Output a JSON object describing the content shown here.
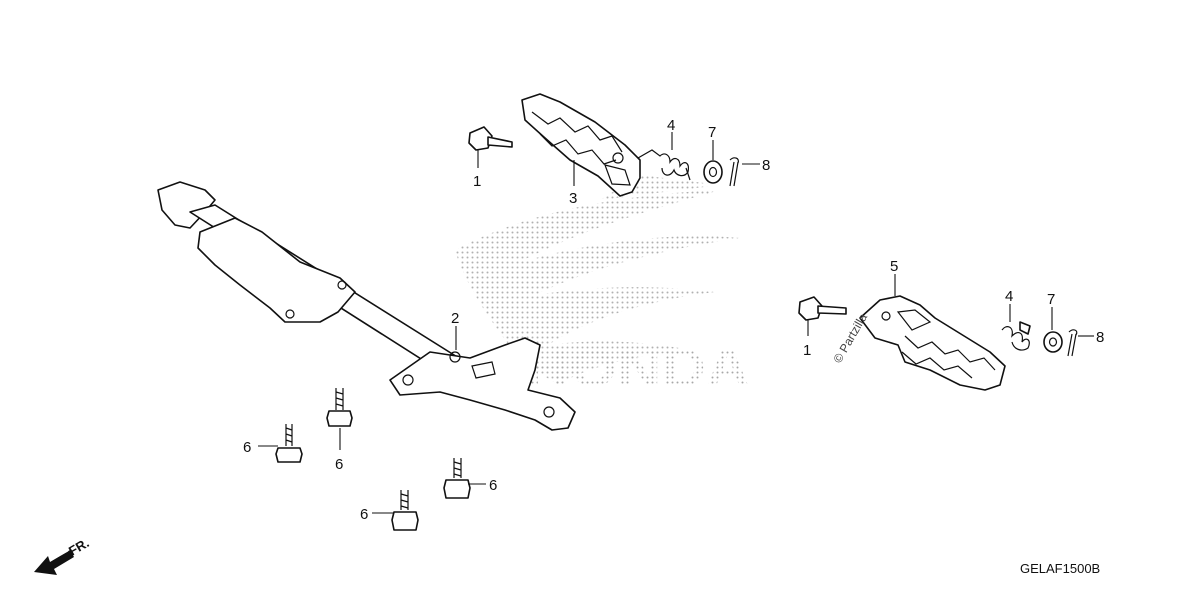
{
  "brand_watermark": "HONDA",
  "site_watermark": "© Partzilla",
  "diagram_code": "GELAF1500B",
  "direction_label": "FR.",
  "callouts": [
    {
      "id": "c1a",
      "label": "1"
    },
    {
      "id": "c3",
      "label": "3"
    },
    {
      "id": "c4a",
      "label": "4"
    },
    {
      "id": "c7a",
      "label": "7"
    },
    {
      "id": "c8a",
      "label": "8"
    },
    {
      "id": "c5",
      "label": "5"
    },
    {
      "id": "c4b",
      "label": "4"
    },
    {
      "id": "c7b",
      "label": "7"
    },
    {
      "id": "c8b",
      "label": "8"
    },
    {
      "id": "c1b",
      "label": "1"
    },
    {
      "id": "c2",
      "label": "2"
    },
    {
      "id": "c6a",
      "label": "6"
    },
    {
      "id": "c6b",
      "label": "6"
    },
    {
      "id": "c6c",
      "label": "6"
    },
    {
      "id": "c6d",
      "label": "6"
    }
  ],
  "colors": {
    "line": "#111111",
    "watermark": "#bdbdbd",
    "background": "#ffffff"
  }
}
